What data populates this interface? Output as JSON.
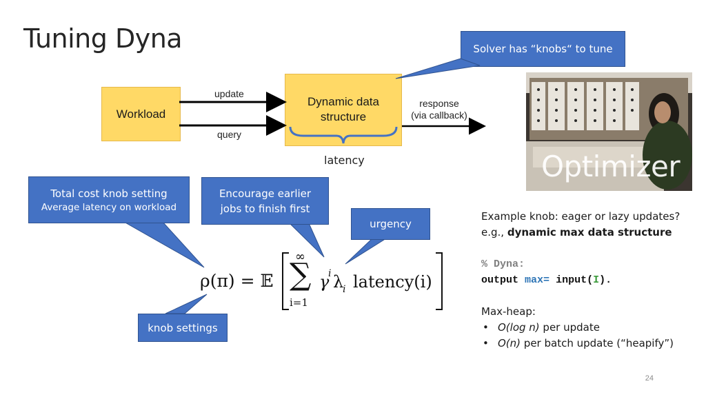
{
  "slide": {
    "title": "Tuning Dyna",
    "page_number": "24"
  },
  "diagram": {
    "workload_label": "Workload",
    "structure_label_line1": "Dynamic data",
    "structure_label_line2": "structure",
    "update_label": "update",
    "query_label": "query",
    "response_line1": "response",
    "response_line2": "(via callback)",
    "latency_label": "latency"
  },
  "callouts": {
    "solver": "Solver has “knobs“ to tune",
    "total_cost_line1": "Total cost knob setting",
    "total_cost_line2": "Average latency on workload",
    "encourage_line1": "Encourage earlier",
    "encourage_line2": "jobs to finish first",
    "urgency": "urgency",
    "knob_settings": "knob settings"
  },
  "photo": {
    "overlay_text": "Optimizer"
  },
  "formula": {
    "lhs": "ρ(π) = 𝔼",
    "sum_top": "∞",
    "sum_symbol": "∑",
    "sum_bottom": "i=1",
    "gamma": "γ",
    "gamma_exp": "i",
    "lambda": "λ",
    "lambda_sub": "i",
    "latency": "latency(i)"
  },
  "example": {
    "line1": "Example knob: eager or lazy updates?",
    "line2_prefix": "e.g., ",
    "line2_bold": "dynamic max data structure",
    "code_comment": "% Dyna:",
    "code_output": "output",
    "code_max": "max=",
    "code_input": "input(",
    "code_I": "I",
    "code_close": ").",
    "heap_label": "Max-heap:",
    "bullet1_italic": "O(log n)",
    "bullet1_rest": " per update",
    "bullet2_italic": "O(n)",
    "bullet2_rest": " per batch update (“heapify”)"
  },
  "colors": {
    "callout_blue": "#4472c4",
    "box_yellow": "#ffd966",
    "code_comment": "#808080",
    "code_keyword_blue": "#2e75b6",
    "code_green": "#3a9a3a"
  }
}
